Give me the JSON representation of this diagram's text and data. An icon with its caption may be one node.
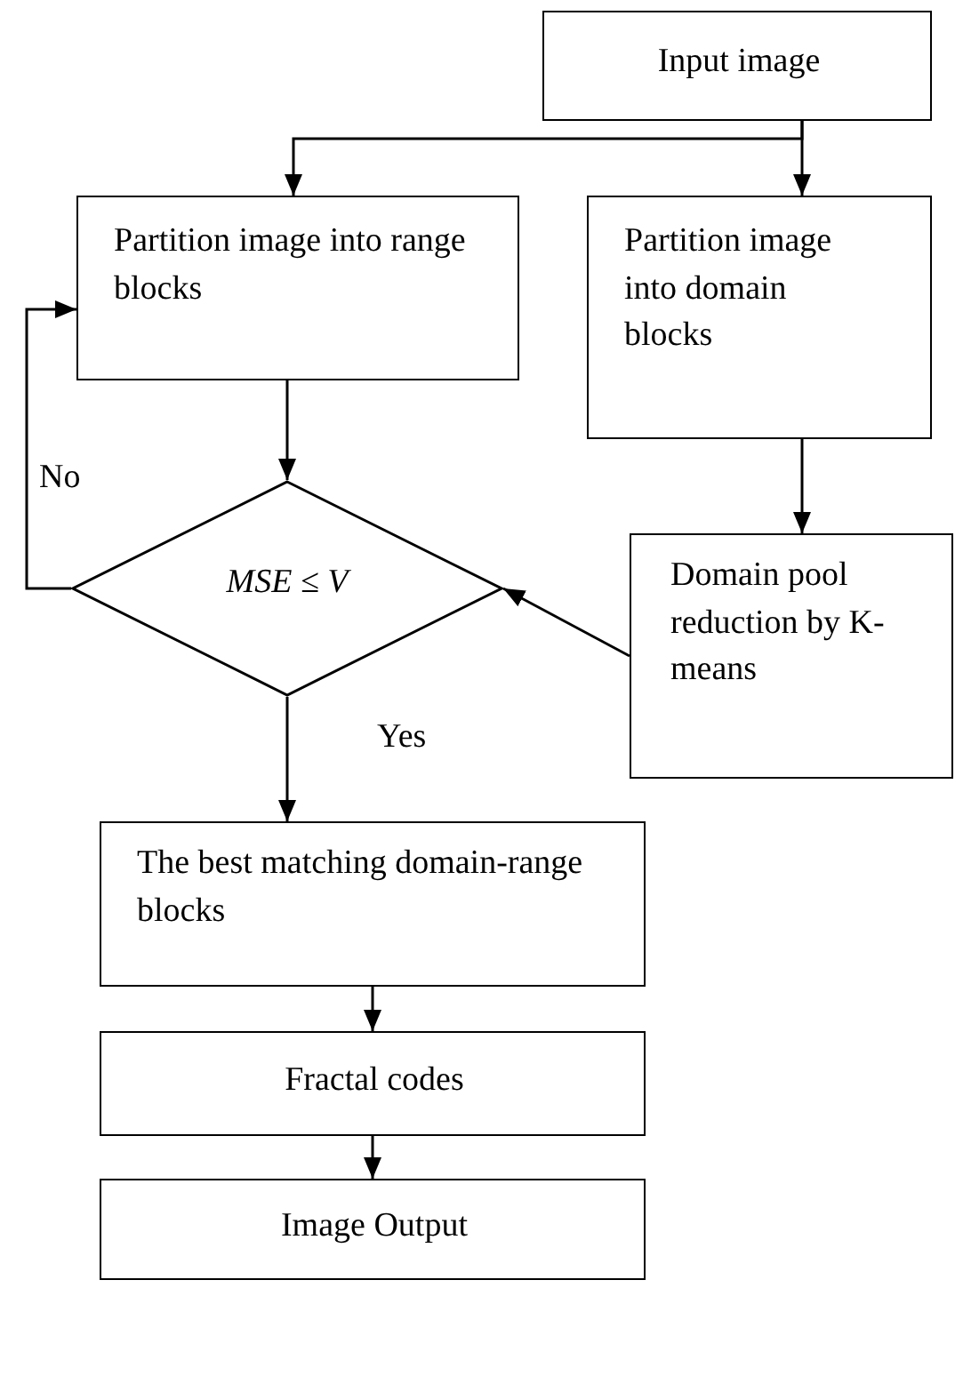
{
  "diagram": {
    "nodes": [
      {
        "text": [
          "Input image"
        ]
      },
      {
        "text": [
          "Partition image into range blocks"
        ]
      },
      {
        "text": [
          "Partition image into domain blocks"
        ]
      },
      {
        "text": [
          "MSE ≤ V"
        ]
      },
      {
        "text": [
          "Domain pool reduction by K-means"
        ]
      },
      {
        "text": [
          "The best matching domain-range blocks"
        ]
      },
      {
        "text": [
          "Fractal codes"
        ]
      },
      {
        "text": [
          "Image Output"
        ]
      }
    ],
    "edges": [
      {
        "from": 0,
        "to": 1,
        "arrow": "to"
      },
      {
        "from": 0,
        "to": 2,
        "arrow": "to"
      },
      {
        "from": 1,
        "to": 3,
        "arrow": "to"
      },
      {
        "from": 2,
        "to": 4,
        "arrow": "to"
      },
      {
        "from": 4,
        "to": 3,
        "arrow": "to"
      },
      {
        "from": 3,
        "to": 1,
        "label": "No",
        "arrow": "to"
      },
      {
        "from": 3,
        "to": 5,
        "label": "Yes",
        "arrow": "to"
      },
      {
        "from": 5,
        "to": 6,
        "arrow": "to"
      },
      {
        "from": 6,
        "to": 7,
        "arrow": "to"
      }
    ]
  }
}
